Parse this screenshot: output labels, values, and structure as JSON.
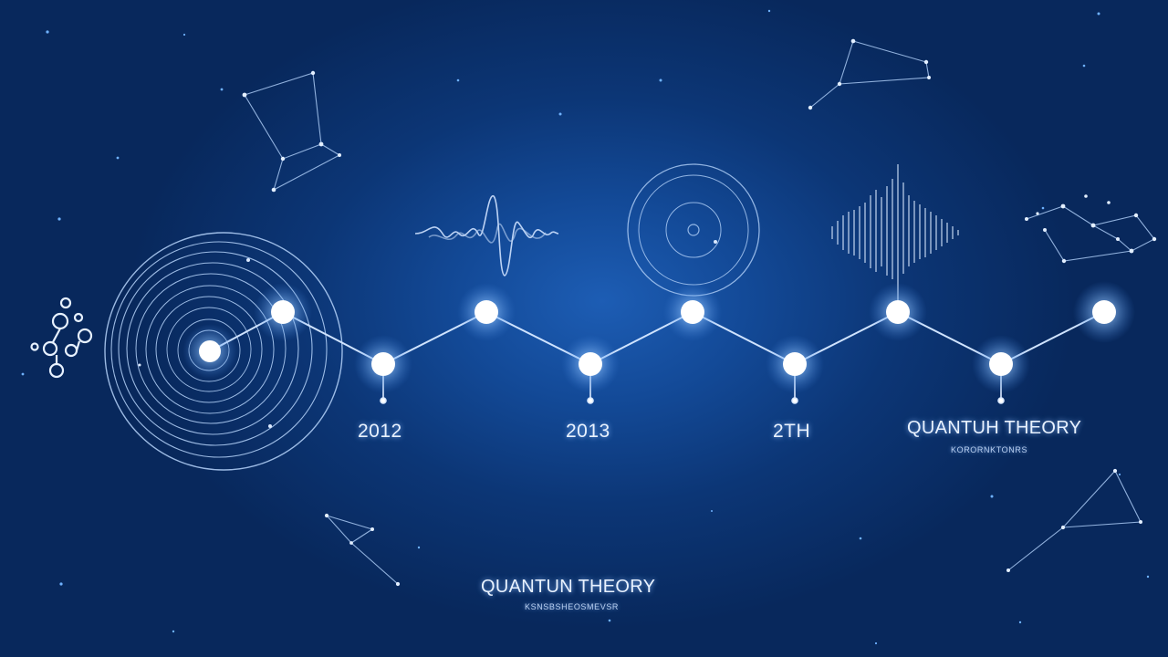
{
  "timeline": {
    "years": [
      "2012",
      "2013",
      "2TH"
    ],
    "right_title": "QUANTUH THEORY",
    "right_subtitle": "KORORNKTONRS",
    "bottom_title": "QUANTUN THEORY",
    "bottom_subtitle": "KSNSBSHEOSMEVSR"
  },
  "colors": {
    "background": "#0b2a5a",
    "glow": "#8fc3ff",
    "node": "#ffffff",
    "line": "#cfe3ff"
  },
  "icons": [
    "spiral-rings-icon",
    "molecule-icon",
    "waveform-icon",
    "atom-orbit-icon",
    "audio-wave-icon",
    "constellation-icon"
  ]
}
